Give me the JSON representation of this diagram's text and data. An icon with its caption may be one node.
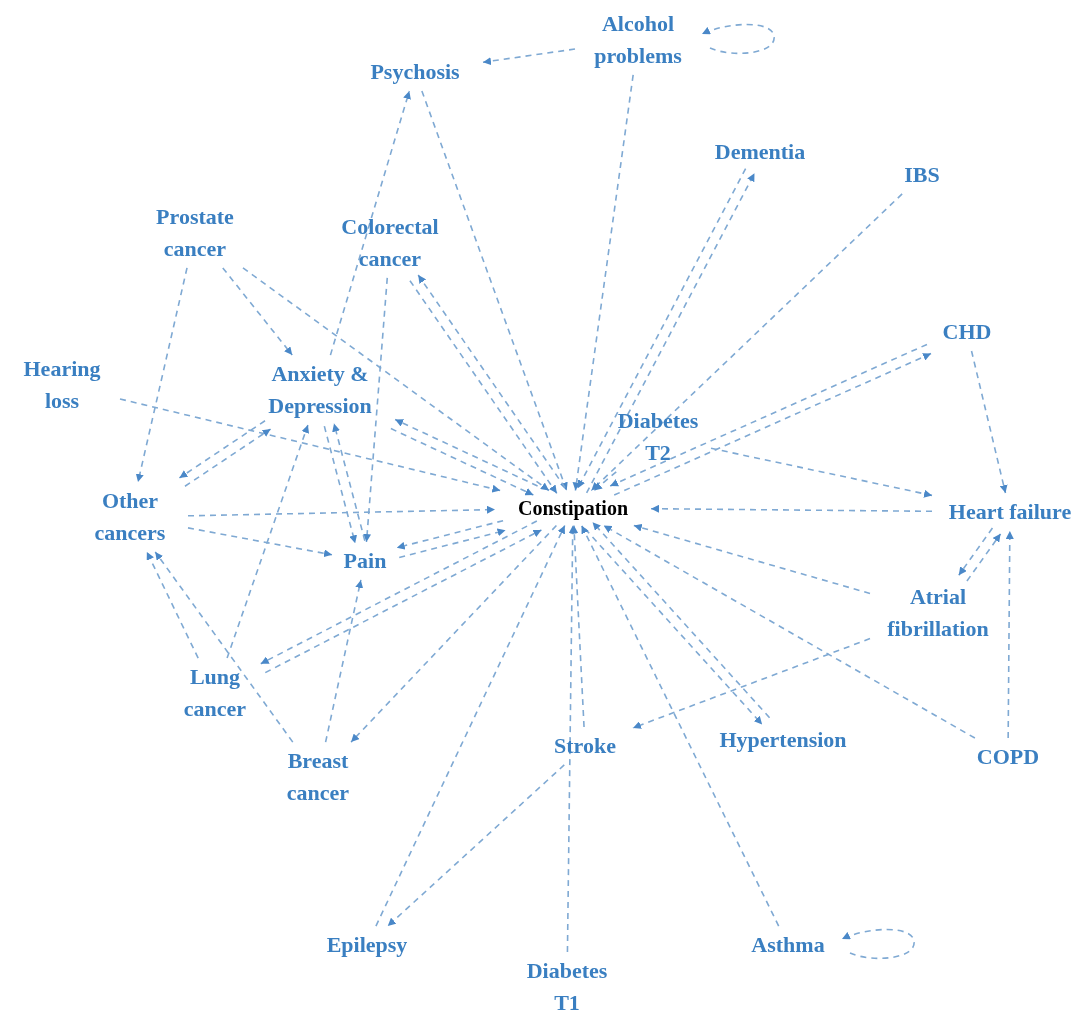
{
  "diagram": {
    "nodes": [
      {
        "text": [
          "Alcohol problems"
        ]
      },
      {
        "text": [
          "Psychosis"
        ]
      },
      {
        "text": [
          "Dementia"
        ]
      },
      {
        "text": [
          "IBS"
        ]
      },
      {
        "text": [
          "Prostate cancer"
        ]
      },
      {
        "text": [
          "Colorectal cancer"
        ]
      },
      {
        "text": [
          "CHD"
        ]
      },
      {
        "text": [
          "Hearing loss"
        ]
      },
      {
        "text": [
          "Anxiety & Depression"
        ]
      },
      {
        "text": [
          "Diabetes T2"
        ]
      },
      {
        "text": [
          "Constipation"
        ]
      },
      {
        "text": [
          "Heart failure"
        ]
      },
      {
        "text": [
          "Other cancers"
        ]
      },
      {
        "text": [
          "Pain"
        ]
      },
      {
        "text": [
          "Atrial fibrillation"
        ]
      },
      {
        "text": [
          "Lung cancer"
        ]
      },
      {
        "text": [
          "Breast cancer"
        ]
      },
      {
        "text": [
          "Stroke"
        ]
      },
      {
        "text": [
          "Hypertension"
        ]
      },
      {
        "text": [
          "COPD"
        ]
      },
      {
        "text": [
          "Epilepsy"
        ]
      },
      {
        "text": [
          "Diabetes T1"
        ]
      },
      {
        "text": [
          "Asthma"
        ]
      }
    ],
    "edges": [
      {
        "from": 0,
        "to": 1,
        "arrow": "to"
      },
      {
        "from": 0,
        "to": 0,
        "arrow": "to"
      },
      {
        "from": 22,
        "to": 22,
        "arrow": "to"
      },
      {
        "from": 0,
        "to": 10,
        "arrow": "to"
      },
      {
        "from": 1,
        "to": 10,
        "arrow": "to"
      },
      {
        "from": 8,
        "to": 1,
        "arrow": "to"
      },
      {
        "from": 10,
        "to": 2,
        "arrow": "to"
      },
      {
        "from": 2,
        "to": 10,
        "arrow": "to"
      },
      {
        "from": 3,
        "to": 10,
        "arrow": "to"
      },
      {
        "from": 10,
        "to": 6,
        "arrow": "to"
      },
      {
        "from": 6,
        "to": 10,
        "arrow": "to"
      },
      {
        "from": 9,
        "to": 11,
        "arrow": "to"
      },
      {
        "from": 6,
        "to": 11,
        "arrow": "to"
      },
      {
        "from": 11,
        "to": 10,
        "arrow": "to"
      },
      {
        "from": 11,
        "to": 14,
        "arrow": "to"
      },
      {
        "from": 14,
        "to": 11,
        "arrow": "to"
      },
      {
        "from": 19,
        "to": 11,
        "arrow": "to"
      },
      {
        "from": 14,
        "to": 10,
        "arrow": "to"
      },
      {
        "from": 14,
        "to": 17,
        "arrow": "to"
      },
      {
        "from": 19,
        "to": 10,
        "arrow": "to"
      },
      {
        "from": 18,
        "to": 10,
        "arrow": "to"
      },
      {
        "from": 10,
        "to": 18,
        "arrow": "to"
      },
      {
        "from": 22,
        "to": 10,
        "arrow": "to"
      },
      {
        "from": 21,
        "to": 10,
        "arrow": "to"
      },
      {
        "from": 17,
        "to": 10,
        "arrow": "to"
      },
      {
        "from": 17,
        "to": 20,
        "arrow": "to"
      },
      {
        "from": 20,
        "to": 10,
        "arrow": "to"
      },
      {
        "from": 10,
        "to": 16,
        "arrow": "to"
      },
      {
        "from": 16,
        "to": 13,
        "arrow": "to"
      },
      {
        "from": 10,
        "to": 15,
        "arrow": "to"
      },
      {
        "from": 15,
        "to": 10,
        "arrow": "to"
      },
      {
        "from": 15,
        "to": 8,
        "arrow": "to"
      },
      {
        "from": 15,
        "to": 12,
        "arrow": "to"
      },
      {
        "from": 16,
        "to": 12,
        "arrow": "to"
      },
      {
        "from": 12,
        "to": 10,
        "arrow": "to"
      },
      {
        "from": 12,
        "to": 13,
        "arrow": "to"
      },
      {
        "from": 7,
        "to": 10,
        "arrow": "to"
      },
      {
        "from": 4,
        "to": 12,
        "arrow": "to"
      },
      {
        "from": 4,
        "to": 8,
        "arrow": "to"
      },
      {
        "from": 4,
        "to": 10,
        "arrow": "to"
      },
      {
        "from": 8,
        "to": 12,
        "arrow": "to"
      },
      {
        "from": 12,
        "to": 8,
        "arrow": "to"
      },
      {
        "from": 8,
        "to": 13,
        "arrow": "to"
      },
      {
        "from": 5,
        "to": 13,
        "arrow": "to"
      },
      {
        "from": 13,
        "to": 8,
        "arrow": "to"
      },
      {
        "from": 10,
        "to": 8,
        "arrow": "to"
      },
      {
        "from": 10,
        "to": 5,
        "arrow": "to"
      },
      {
        "from": 5,
        "to": 10,
        "arrow": "to"
      },
      {
        "from": 8,
        "to": 10,
        "arrow": "to"
      },
      {
        "from": 13,
        "to": 10,
        "arrow": "to"
      },
      {
        "from": 10,
        "to": 13,
        "arrow": "to"
      },
      {
        "from": 9,
        "to": 10,
        "arrow": "to"
      }
    ]
  }
}
